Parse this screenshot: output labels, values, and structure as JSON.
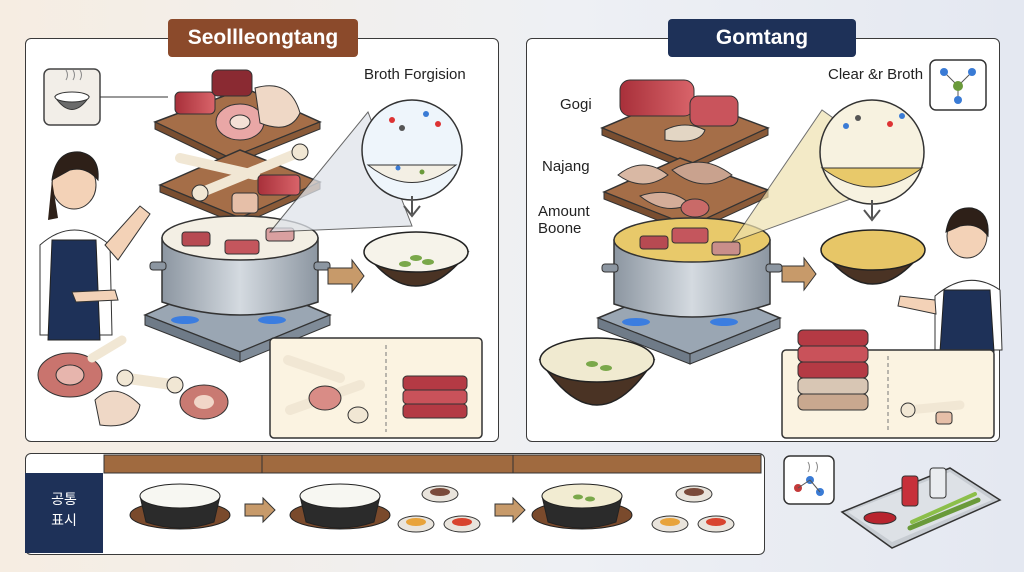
{
  "panels": {
    "left": {
      "title": "Seollleongtang",
      "broth_label": "Broth Forgision"
    },
    "right": {
      "title": "Gomtang",
      "broth_label": "Clear &r Broth",
      "labels": [
        "Gogi",
        "Najang",
        "Amount Boone"
      ]
    }
  },
  "bottom": {
    "side_label_line1": "공통",
    "side_label_line2": "표시"
  },
  "colors": {
    "left_title": "#8b4a2b",
    "right_title": "#1e3158",
    "board": "#9c6845",
    "milky_broth": "#f3efe4",
    "clear_broth": "#e8c96a",
    "bowl": "#4a3324",
    "steel": "#a9b3bd"
  }
}
